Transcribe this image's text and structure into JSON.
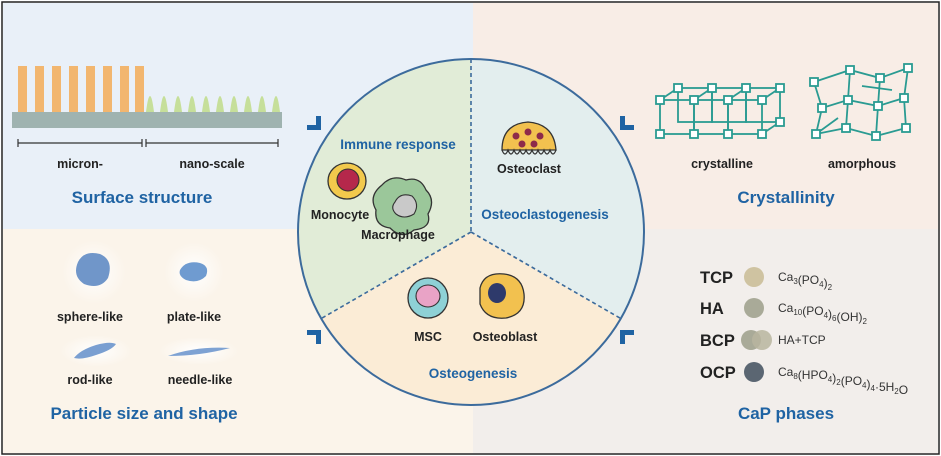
{
  "colors": {
    "title": "#1f63a3",
    "surface_bg": "#e9f0f8",
    "crystal_bg": "#f8ede6",
    "particle_bg": "#fbf4ea",
    "phases_bg": "#f2eeeb",
    "immune_sector": "#e1ecd7",
    "osteoclast_sector": "#e3eeee",
    "osteogenesis_sector": "#fbecd6"
  },
  "surface_structure": {
    "title": "Surface structure",
    "micron_label": "micron-",
    "nano_label": "nano-scale"
  },
  "crystallinity": {
    "title": "Crystallinity",
    "labels": [
      "crystalline",
      "amorphous"
    ]
  },
  "particle": {
    "title": "Particle size and shape",
    "shapes": [
      "sphere-like",
      "plate-like",
      "rod-like",
      "needle-like"
    ]
  },
  "cap_phases": {
    "title": "CaP phases",
    "items": [
      {
        "abbr": "TCP",
        "f": [
          [
            "Ca",
            ""
          ],
          [
            "3",
            "s"
          ],
          [
            "(PO",
            ""
          ],
          [
            "4",
            "s"
          ],
          [
            ")",
            ""
          ],
          [
            "2",
            "s"
          ]
        ],
        "color": "#cfc3a1"
      },
      {
        "abbr": "HA",
        "f": [
          [
            "Ca",
            ""
          ],
          [
            "10",
            "s"
          ],
          [
            "(PO",
            ""
          ],
          [
            "4",
            "s"
          ],
          [
            ")",
            ""
          ],
          [
            "6",
            "s"
          ],
          [
            "(OH)",
            ""
          ],
          [
            "2",
            "s"
          ]
        ],
        "color": "#a9aa98"
      },
      {
        "abbr": "BCP",
        "f": [
          [
            "HA+TCP",
            ""
          ]
        ],
        "color": "#b8b59f"
      },
      {
        "abbr": "OCP",
        "f": [
          [
            "Ca",
            ""
          ],
          [
            "8",
            "s"
          ],
          [
            "(HPO",
            ""
          ],
          [
            "4",
            "s"
          ],
          [
            ")",
            ""
          ],
          [
            "2",
            "s"
          ],
          [
            "(PO",
            ""
          ],
          [
            "4",
            "s"
          ],
          [
            ")",
            ""
          ],
          [
            "4",
            "s"
          ],
          [
            "·5H",
            ""
          ],
          [
            "2",
            "s"
          ],
          [
            "O",
            ""
          ]
        ],
        "color": "#5b6672"
      }
    ]
  },
  "center": {
    "immune_title": "Immune response",
    "monocyte": "Monocyte",
    "macrophage": "Macrophage",
    "osteoclast": "Osteoclast",
    "osteoclastogenesis_title": "Osteoclastogenesis",
    "msc": "MSC",
    "osteoblast": "Osteoblast",
    "osteogenesis_title": "Osteogenesis"
  }
}
